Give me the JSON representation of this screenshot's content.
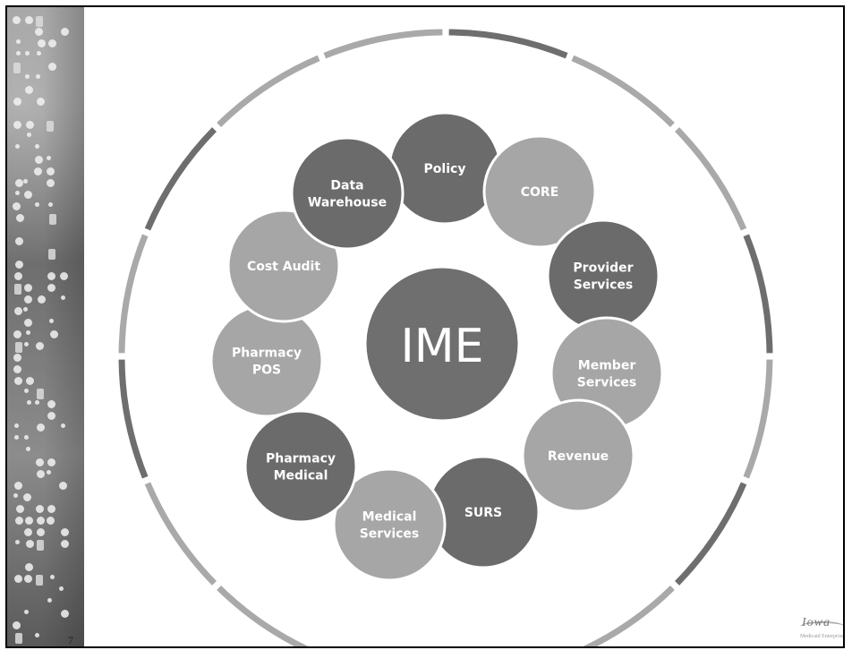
{
  "slide": {
    "page_number": "7"
  },
  "logo": {
    "script_text": "Iowa",
    "tagline": "Medicaid Enterprise"
  },
  "colors": {
    "dark": "#6b6b6b",
    "light": "#a6a6a6",
    "center": "#6f6f6f",
    "ring_dark": "#6e6e6e",
    "ring_light": "#a9a9a9"
  },
  "diagram": {
    "center": {
      "label": "IME"
    },
    "nodes": [
      {
        "id": "policy",
        "lines": [
          "Policy"
        ],
        "tone": "dark"
      },
      {
        "id": "core",
        "lines": [
          "CORE"
        ],
        "tone": "light"
      },
      {
        "id": "provider-services",
        "lines": [
          "Provider",
          "Services"
        ],
        "tone": "dark"
      },
      {
        "id": "member-services",
        "lines": [
          "Member",
          "Services"
        ],
        "tone": "light"
      },
      {
        "id": "revenue",
        "lines": [
          "Revenue"
        ],
        "tone": "light"
      },
      {
        "id": "surs",
        "lines": [
          "SURS"
        ],
        "tone": "dark"
      },
      {
        "id": "medical-services",
        "lines": [
          "Medical",
          "Services"
        ],
        "tone": "light"
      },
      {
        "id": "pharmacy-medical",
        "lines": [
          "Pharmacy",
          "Medical"
        ],
        "tone": "dark"
      },
      {
        "id": "pharmacy-pos",
        "lines": [
          "Pharmacy",
          "POS"
        ],
        "tone": "light"
      },
      {
        "id": "cost-audit",
        "lines": [
          "Cost Audit"
        ],
        "tone": "light"
      },
      {
        "id": "data-warehouse",
        "lines": [
          "Data",
          "Warehouse"
        ],
        "tone": "dark"
      }
    ]
  }
}
